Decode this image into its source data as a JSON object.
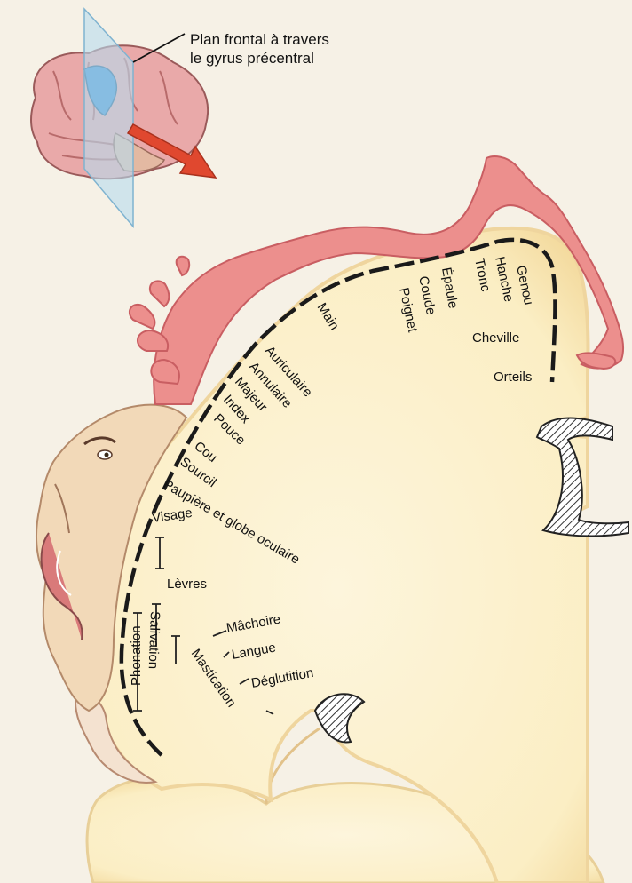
{
  "caption": {
    "line1": "Plan frontal à travers",
    "line2": "le gyrus précentral"
  },
  "labels": {
    "genou": "Genou",
    "hanche": "Hanche",
    "tronc": "Tronc",
    "epaule": "Épaule",
    "coude": "Coude",
    "poignet": "Poignet",
    "main": "Main",
    "cheville": "Cheville",
    "orteils": "Orteils",
    "auriculaire": "Auriculaire",
    "annulaire": "Annulaire",
    "majeur": "Majeur",
    "index": "Index",
    "pouce": "Pouce",
    "cou": "Cou",
    "sourcil": "Sourcil",
    "paupiere": "Paupière et globe oculaire",
    "visage": "Visage",
    "levres": "Lèvres",
    "machoire": "Mâchoire",
    "langue": "Langue",
    "deglutition": "Déglutition",
    "mastication": "Mastication",
    "salivation": "Salivation",
    "phonation": "Phonation"
  },
  "colors": {
    "cortex_fill": "#fbeec4",
    "cortex_edge": "#f2d69a",
    "homunculus": "#ec8f8d",
    "homunculus_dark": "#c95e62",
    "face_skin": "#f2d9b8",
    "brain_pink": "#e9a9a9",
    "brain_blue": "#3f8fd0",
    "plane": "#b8dcef",
    "arrow": "#e0482f"
  }
}
